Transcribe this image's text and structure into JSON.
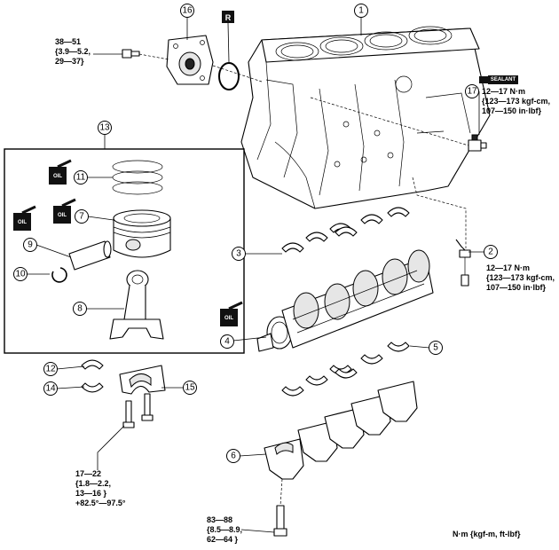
{
  "callouts": {
    "c1": "1",
    "c2": "2",
    "c3": "3",
    "c4": "4",
    "c5": "5",
    "c6": "6",
    "c7": "7",
    "c8": "8",
    "c9": "9",
    "c10": "10",
    "c11": "11",
    "c12": "12",
    "c13": "13",
    "c14": "14",
    "c15": "15",
    "c16": "16",
    "c17": "17"
  },
  "badge_r": "R",
  "sealant_label": "SEALANT",
  "oil_label": "OIL",
  "torque": {
    "top_left": [
      "38—51",
      "{3.9—5.2,",
      "29—37}"
    ],
    "sensor_17": [
      "12—17 N·m",
      "{123—173 kgf-cm,",
      "107—150 in·lbf}"
    ],
    "sensor_2": [
      "12—17 N·m",
      "{123—173 kgf-cm,",
      "107—150 in·lbf}"
    ],
    "rod_bolt": [
      "17—22",
      "{1.8—2.2,",
      "13—16 }",
      "+82.5°—97.5°"
    ],
    "main_bolt": [
      "83—88",
      "{8.5—8.9,",
      "62—64 }"
    ]
  },
  "units_note": "N·m {kgf-m, ft-lbf}"
}
